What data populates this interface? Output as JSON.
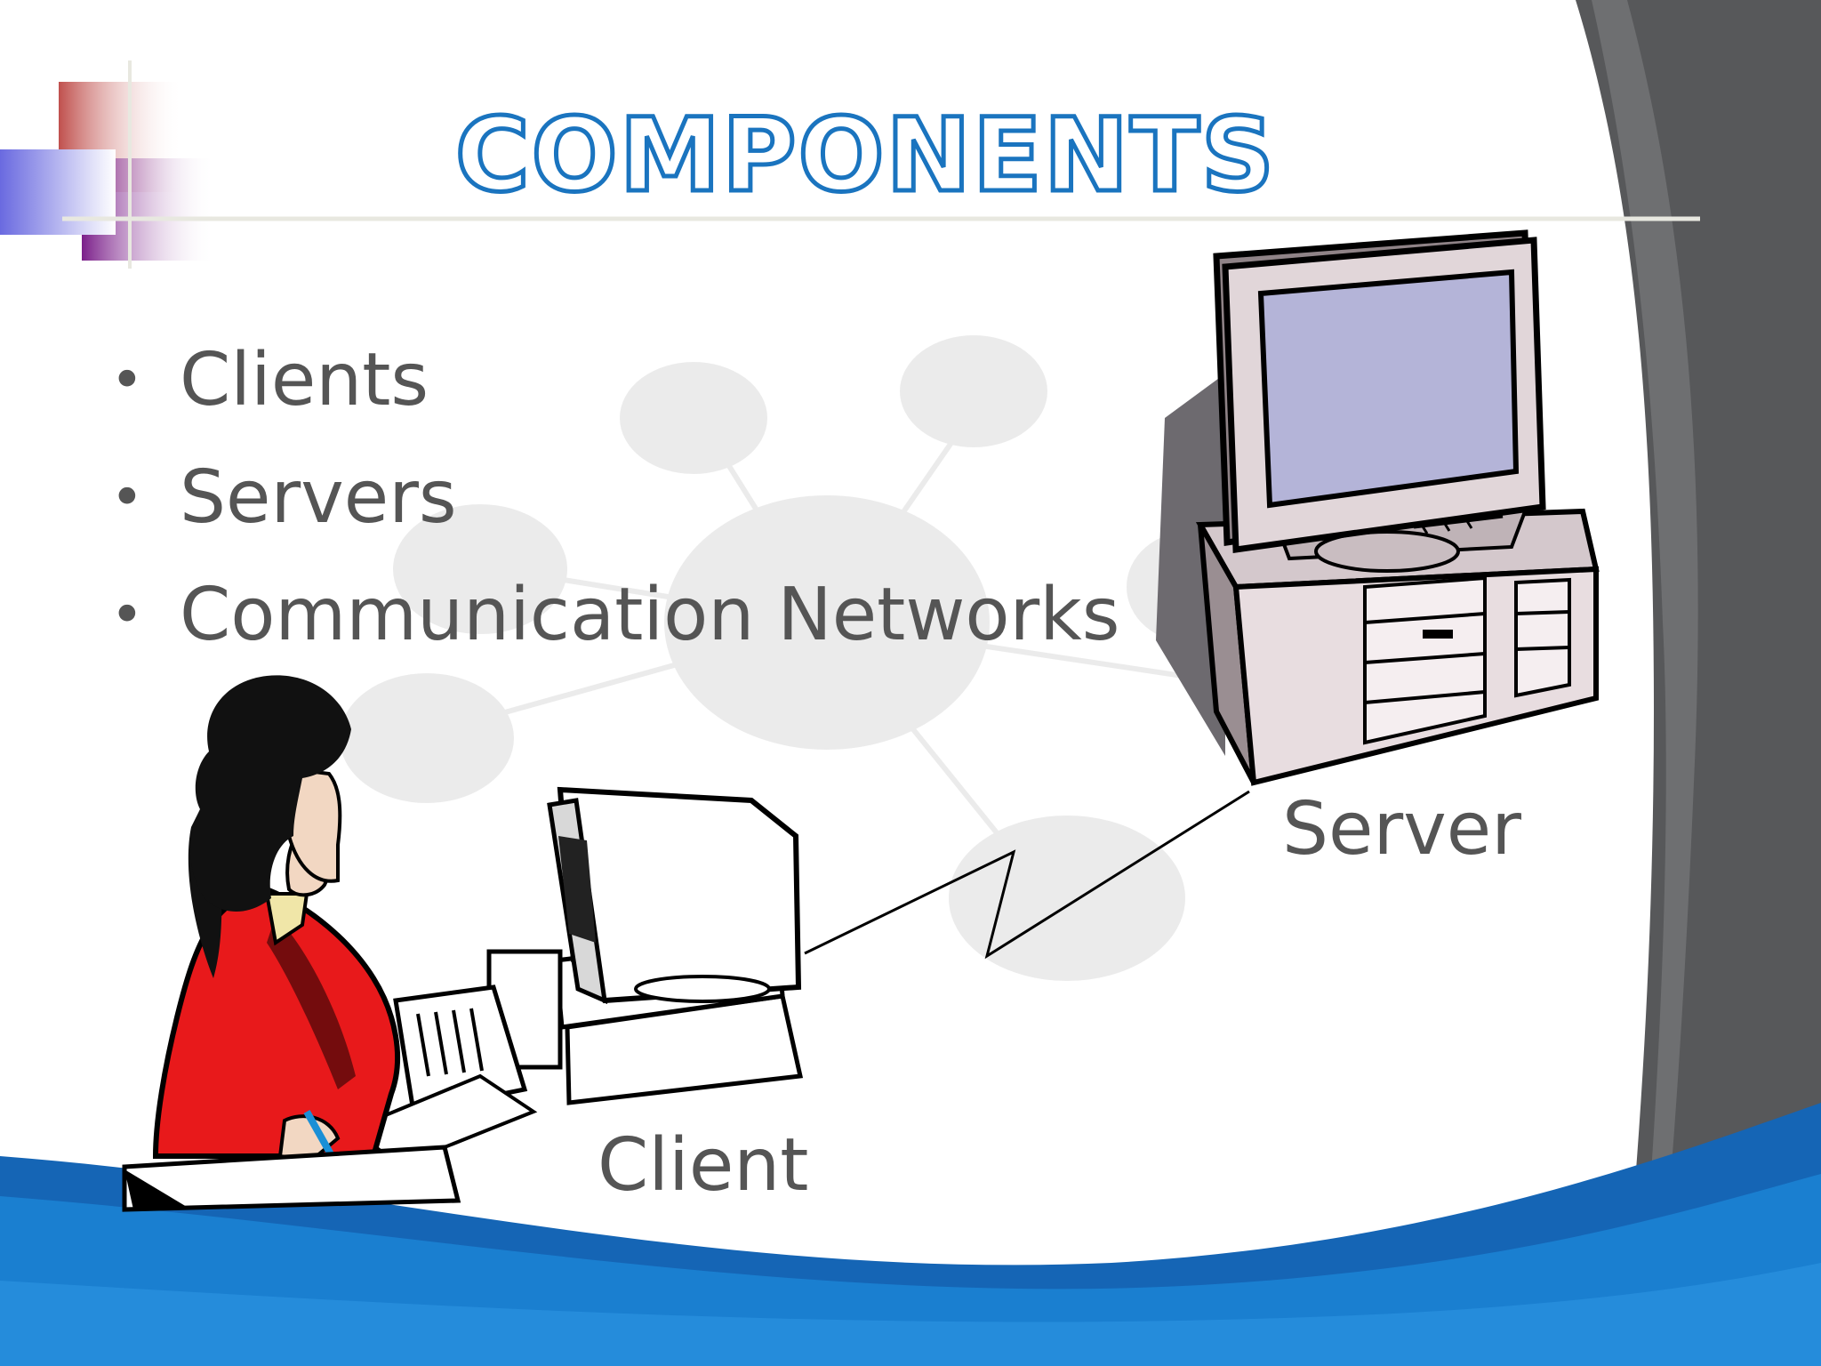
{
  "slide": {
    "title": "COMPONENTS",
    "bullets": [
      "Clients",
      "Servers",
      "Communication Networks"
    ],
    "labels": {
      "client": "Client",
      "server": "Server"
    }
  },
  "colors": {
    "title_outline": "#1a74bf",
    "body_text": "#555555",
    "wave_blue": "#1a7fd0",
    "side_gray": "#57585a",
    "monitor_screen": "#b4b4d8",
    "jacket_red": "#e8191b"
  }
}
